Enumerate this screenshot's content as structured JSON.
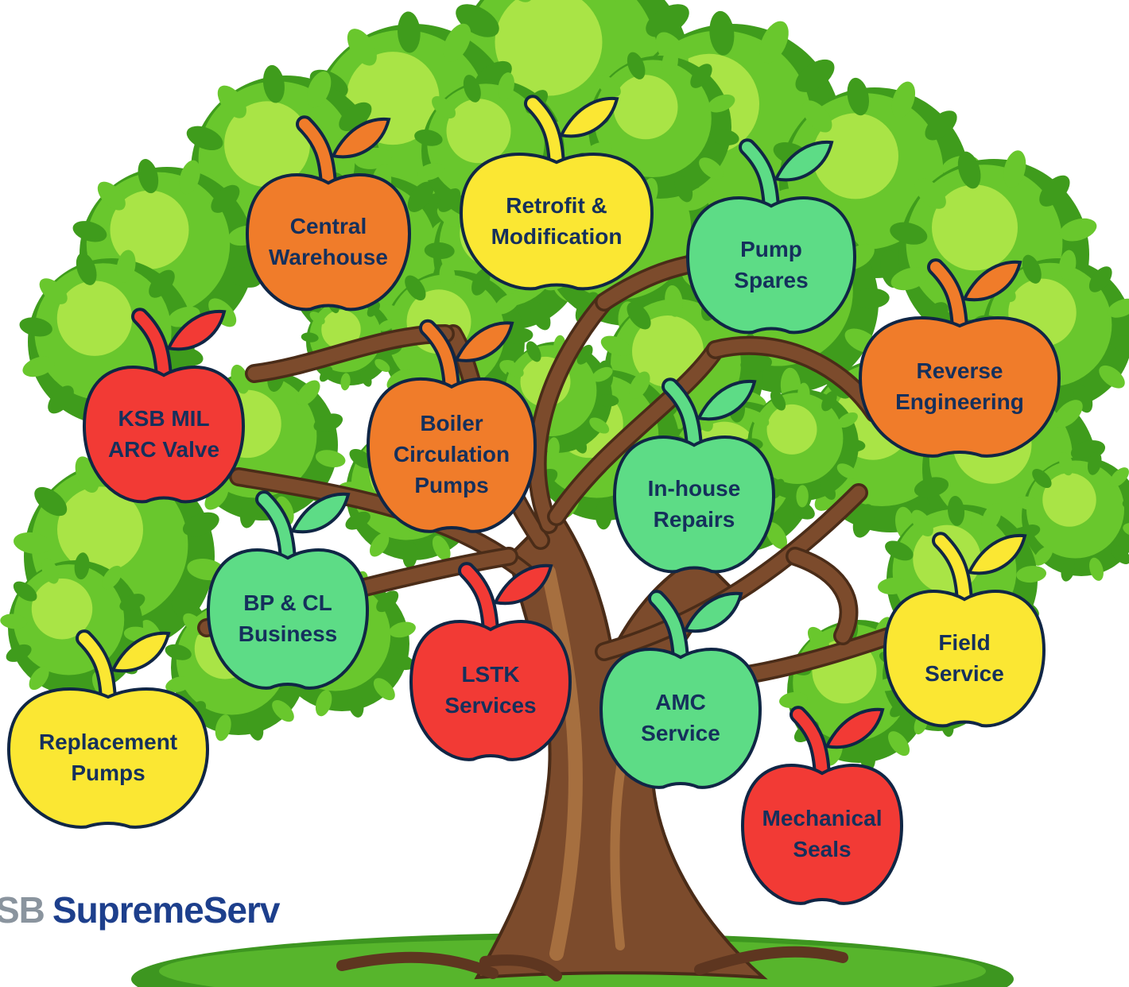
{
  "logo": {
    "prefix": "SB",
    "name": "SupremeServ"
  },
  "colors": {
    "orange": "#f07c2a",
    "yellow": "#fbe733",
    "green": "#5ddc86",
    "red": "#f23a35",
    "outline": "#102645",
    "label_text": "#15305c",
    "foliage_dark": "#3f9c1c",
    "foliage_mid": "#69c72d",
    "foliage_light": "#a9e446",
    "trunk": "#7c4b2c",
    "trunk_highlight": "#a66f3f",
    "ground": "#3d9620"
  },
  "apples": [
    {
      "id": "central-warehouse",
      "color": "orange",
      "lines": [
        "Central",
        "Warehouse"
      ]
    },
    {
      "id": "retrofit-modification",
      "color": "yellow",
      "lines": [
        "Retrofit &",
        "Modification"
      ]
    },
    {
      "id": "pump-spares",
      "color": "green",
      "lines": [
        "Pump",
        "Spares"
      ]
    },
    {
      "id": "reverse-engineering",
      "color": "orange",
      "lines": [
        "Reverse",
        "Engineering"
      ]
    },
    {
      "id": "ksb-mil-arc-valve",
      "color": "red",
      "lines": [
        "KSB MIL",
        "ARC Valve"
      ]
    },
    {
      "id": "boiler-circulation-pumps",
      "color": "orange",
      "lines": [
        "Boiler",
        "Circulation",
        "Pumps"
      ]
    },
    {
      "id": "in-house-repairs",
      "color": "green",
      "lines": [
        "In-house",
        "Repairs"
      ]
    },
    {
      "id": "bp-cl-business",
      "color": "green",
      "lines": [
        "BP & CL",
        "Business"
      ]
    },
    {
      "id": "lstk-services",
      "color": "red",
      "lines": [
        "LSTK",
        "Services"
      ]
    },
    {
      "id": "amc-service",
      "color": "green",
      "lines": [
        "AMC",
        "Service"
      ]
    },
    {
      "id": "field-service",
      "color": "yellow",
      "lines": [
        "Field",
        "Service"
      ]
    },
    {
      "id": "replacement-pumps",
      "color": "yellow",
      "lines": [
        "Replacement",
        "Pumps"
      ]
    },
    {
      "id": "mechanical-seals",
      "color": "red",
      "lines": [
        "Mechanical",
        "Seals"
      ]
    }
  ]
}
